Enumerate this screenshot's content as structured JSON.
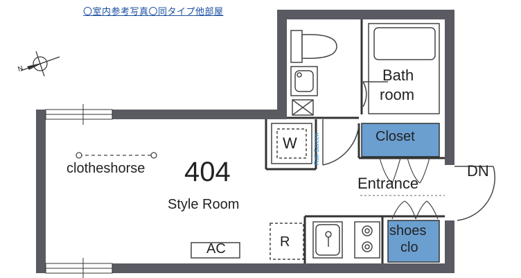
{
  "caption": "〇室内参考写真〇同タイプ他部屋",
  "room_number": "404",
  "room_type": "Style Room",
  "labels": {
    "clotheshorse": "clotheshorse",
    "bath": "Bath",
    "bath2": "room",
    "closet": "Closet",
    "entrance": "Entrance",
    "dn": "DN",
    "shoes": "shoes",
    "shoes2": "clo",
    "washer": "W",
    "fridge": "R",
    "ac": "AC",
    "roll_screen": "Roll Screen",
    "compass_n": "N"
  },
  "colors": {
    "wall": "#5a5a62",
    "closet_fill": "#6b9fd0",
    "caption": "#1a4fa0",
    "roll_screen": "#2a8ad0"
  }
}
